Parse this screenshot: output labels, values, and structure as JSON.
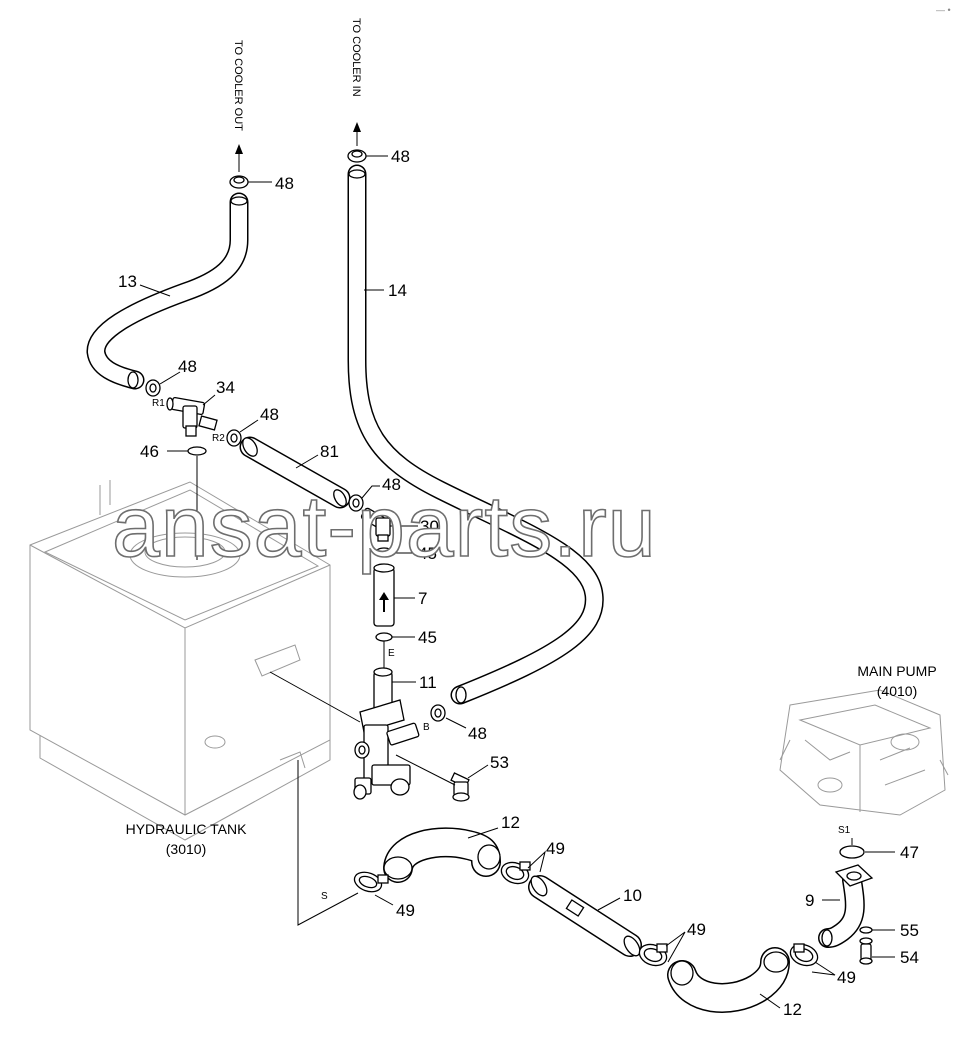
{
  "flow_labels": {
    "to_cooler_out": "TO COOLER OUT",
    "to_cooler_in": "TO COOLER IN"
  },
  "components": {
    "hydraulic_tank": {
      "name": "HYDRAULIC TANK",
      "code": "(3010)"
    },
    "main_pump": {
      "name": "MAIN PUMP",
      "code": "(4010)"
    }
  },
  "part_numbers": {
    "p48_out": "48",
    "p48_in": "48",
    "p13": "13",
    "p14": "14",
    "p48_r1": "48",
    "p34": "34",
    "p48_r2": "48",
    "p81": "81",
    "p46": "46",
    "p48_30": "48",
    "p30": "30",
    "p45_top": "45",
    "p7": "7",
    "p45_bot": "45",
    "p11": "11",
    "p48_b": "48",
    "p53": "53",
    "p12_top": "12",
    "p49_a": "49",
    "p49_b": "49",
    "p10": "10",
    "p49_c": "49",
    "p12_bot": "12",
    "p49_d": "49",
    "p47": "47",
    "p9": "9",
    "p55": "55",
    "p54": "54"
  },
  "port_labels": {
    "r1": "R1",
    "r2": "R2",
    "e": "E",
    "b": "B",
    "s": "S",
    "s1": "S1"
  },
  "watermark": "ansat-parts.ru",
  "corner_mark": "— •"
}
